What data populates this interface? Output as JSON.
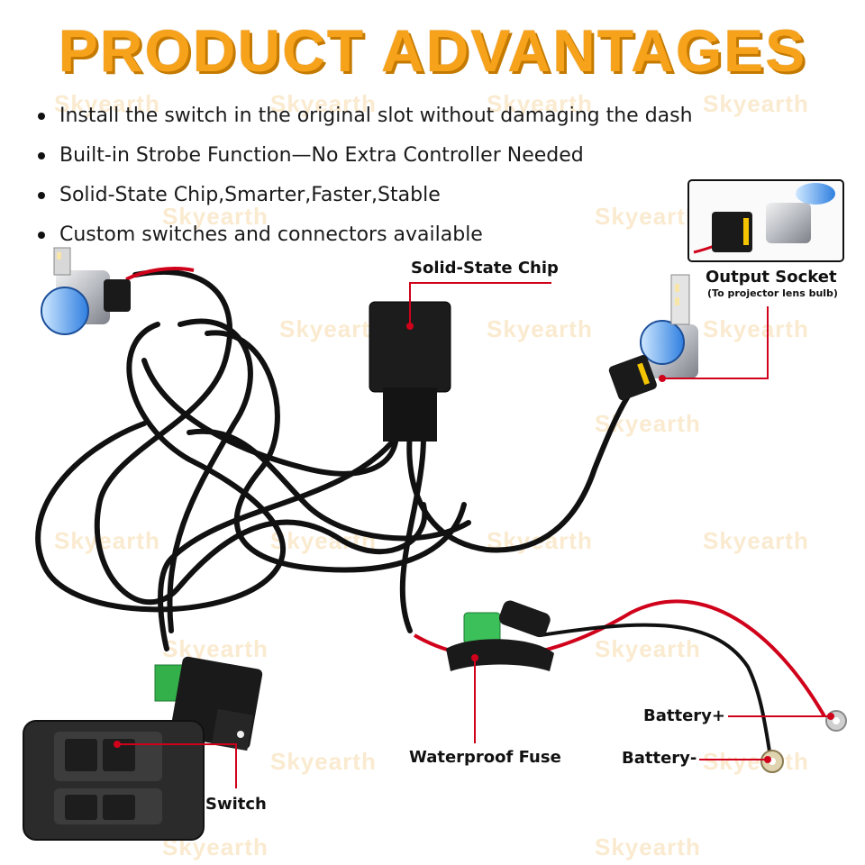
{
  "title": "PRODUCT ADVANTAGES",
  "bullets": [
    "Install the switch in the original slot without damaging the dash",
    "Built-in Strobe Function—No Extra Controller Needed",
    "Solid-State Chip,Smarter,Faster,Stable",
    "Custom switches and connectors available"
  ],
  "labels": {
    "solid_state_chip": "Solid-State Chip",
    "output_socket": "Output Socket",
    "output_socket_note": "(To projector lens bulb)",
    "waterproof_fuse": "Waterproof Fuse",
    "switch": "Switch",
    "battery_plus": "Battery+",
    "battery_minus": "Battery-"
  },
  "watermark": "Skyearth",
  "colors": {
    "title_orange": "#f7a21b",
    "title_shadow": "#c47a00",
    "callout_red": "#d0021b",
    "cable_black": "#111111",
    "wire_red": "#d0021b",
    "fuse_green": "#3cc05a",
    "bulb_blue": "#4ea3ff"
  },
  "icons": [
    "led-bulb-icon",
    "connector-icon",
    "chip-module-icon",
    "fuse-holder-icon",
    "rocker-switch-icon",
    "ring-terminal-icon"
  ]
}
